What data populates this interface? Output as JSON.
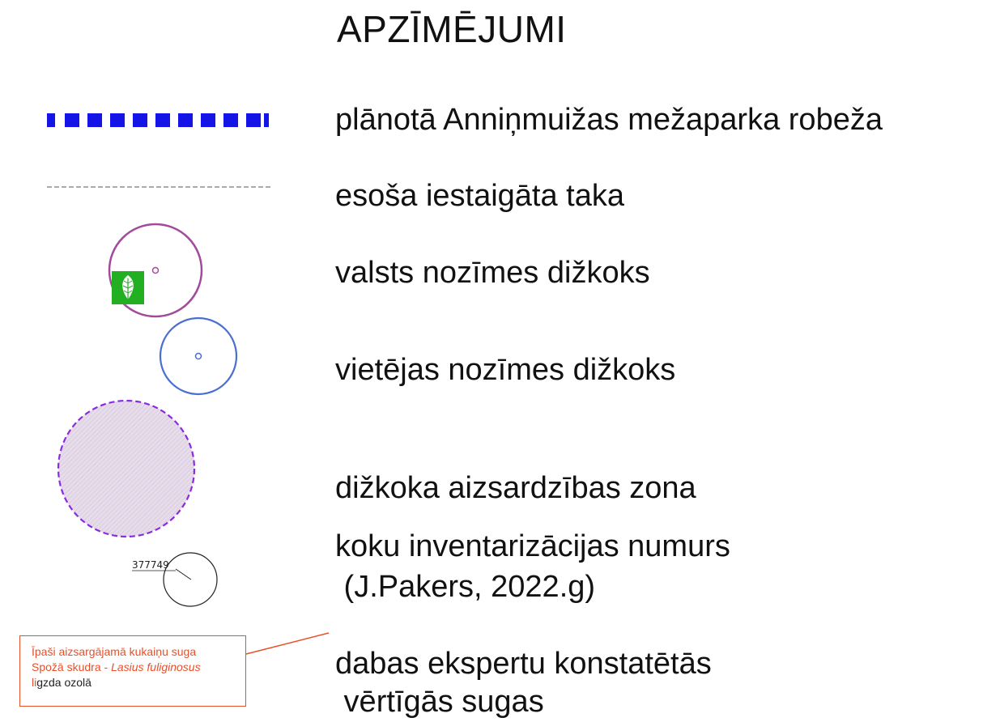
{
  "title": "APZĪMĒJUMI",
  "legend": [
    {
      "key": "boundary",
      "label": "plānotā Anniņmuižas mežaparka robeža",
      "color": "#1414e6"
    },
    {
      "key": "trail",
      "label": "esoša iestaigāta taka",
      "color": "#777777"
    },
    {
      "key": "state_tree",
      "label": "valsts nozīmes dižkoks",
      "color": "#a24a9c",
      "icon": "leaf-icon",
      "icon_color": "#22b022"
    },
    {
      "key": "local_tree",
      "label": "vietējas nozīmes dižkoks",
      "color": "#4a6fd0"
    },
    {
      "key": "zone",
      "label": "dižkoka aizsardzības zona",
      "color": "#8a2be2",
      "fill": "#e3dbe8"
    },
    {
      "key": "inventory",
      "label_line1": "koku inventarizācijas numurs",
      "label_line2": " (J.Pakers, 2022.g)",
      "sample_number": "377749"
    },
    {
      "key": "species",
      "label_line1": "dabas ekspertu konstatētās",
      "label_line2": " vērtīgās sugas",
      "color": "#e8502a"
    }
  ],
  "callout": {
    "line1": "Īpaši aizsargājamā kukaiņu suga",
    "line2a": "Spožā skudra - ",
    "line2b": "Lasius fuliginosus",
    "line3a": "li",
    "line3b": "gzda ozolā"
  }
}
